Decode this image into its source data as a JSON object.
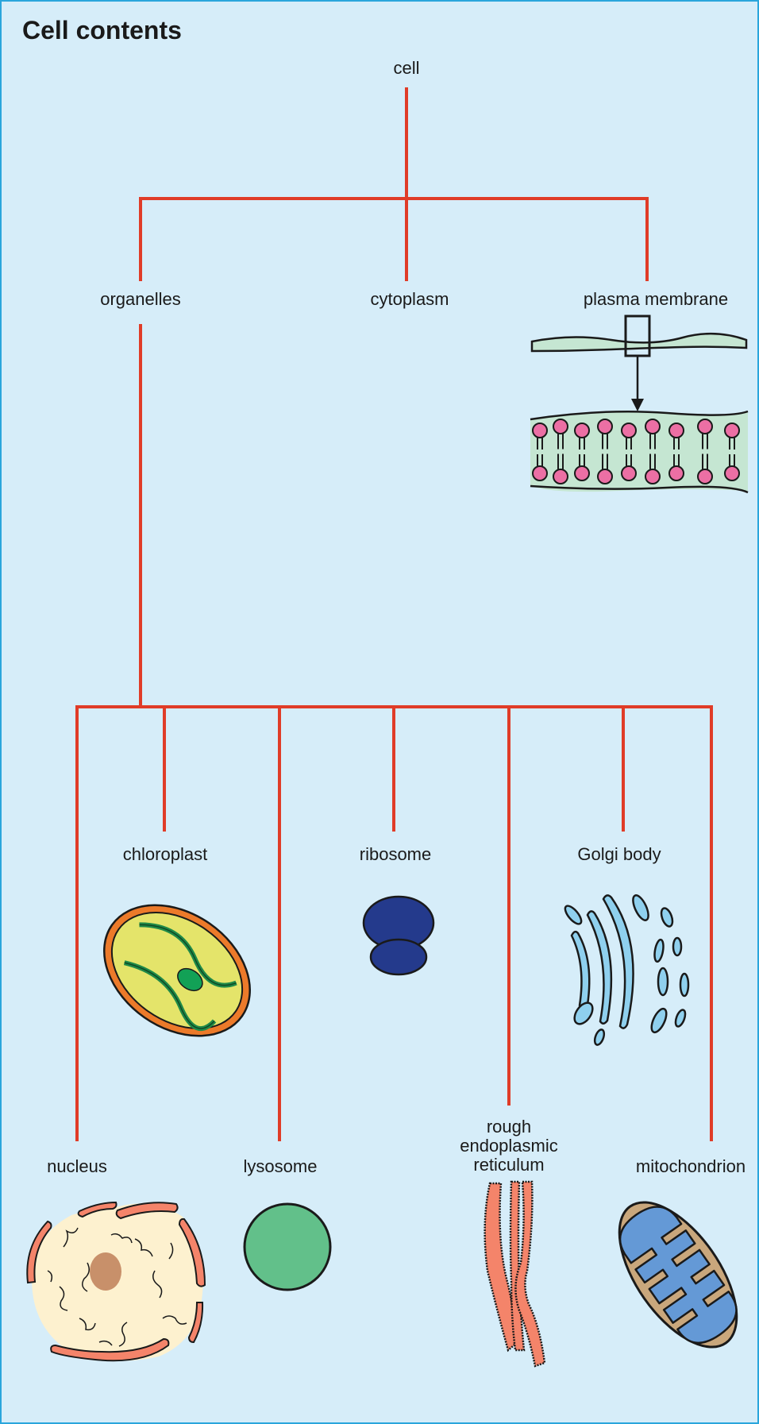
{
  "title": "Cell contents",
  "nodes": {
    "cell": "cell",
    "organelles": "organelles",
    "cytoplasm": "cytoplasm",
    "plasma_membrane": "plasma membrane",
    "chloroplast": "chloroplast",
    "ribosome": "ribosome",
    "golgi_body": "Golgi body",
    "nucleus": "nucleus",
    "lysosome": "lysosome",
    "rough_er": "rough endoplasmic reticulum",
    "mitochondrion": "mitochondrion"
  },
  "colors": {
    "background": "#d6edf9",
    "connector": "#e03c28",
    "outline": "#1a1a1a",
    "membrane_fill": "#c5e6d2",
    "phospholipid_head": "#ec6fa4",
    "chloroplast_body": "#e4e46a",
    "chloroplast_rim": "#ec7a2a",
    "chloroplast_thylakoid": "#1f8a48",
    "ribosome": "#243a8c",
    "golgi": "#8fd0ee",
    "nucleus_body": "#fdf1cf",
    "nucleus_envelope": "#f4846a",
    "nucleolus": "#c8906a",
    "lysosome": "#62c08a",
    "rough_er": "#f4846a",
    "mitochondrion_outer": "#c9a77c",
    "mitochondrion_inner": "#6499d6"
  }
}
